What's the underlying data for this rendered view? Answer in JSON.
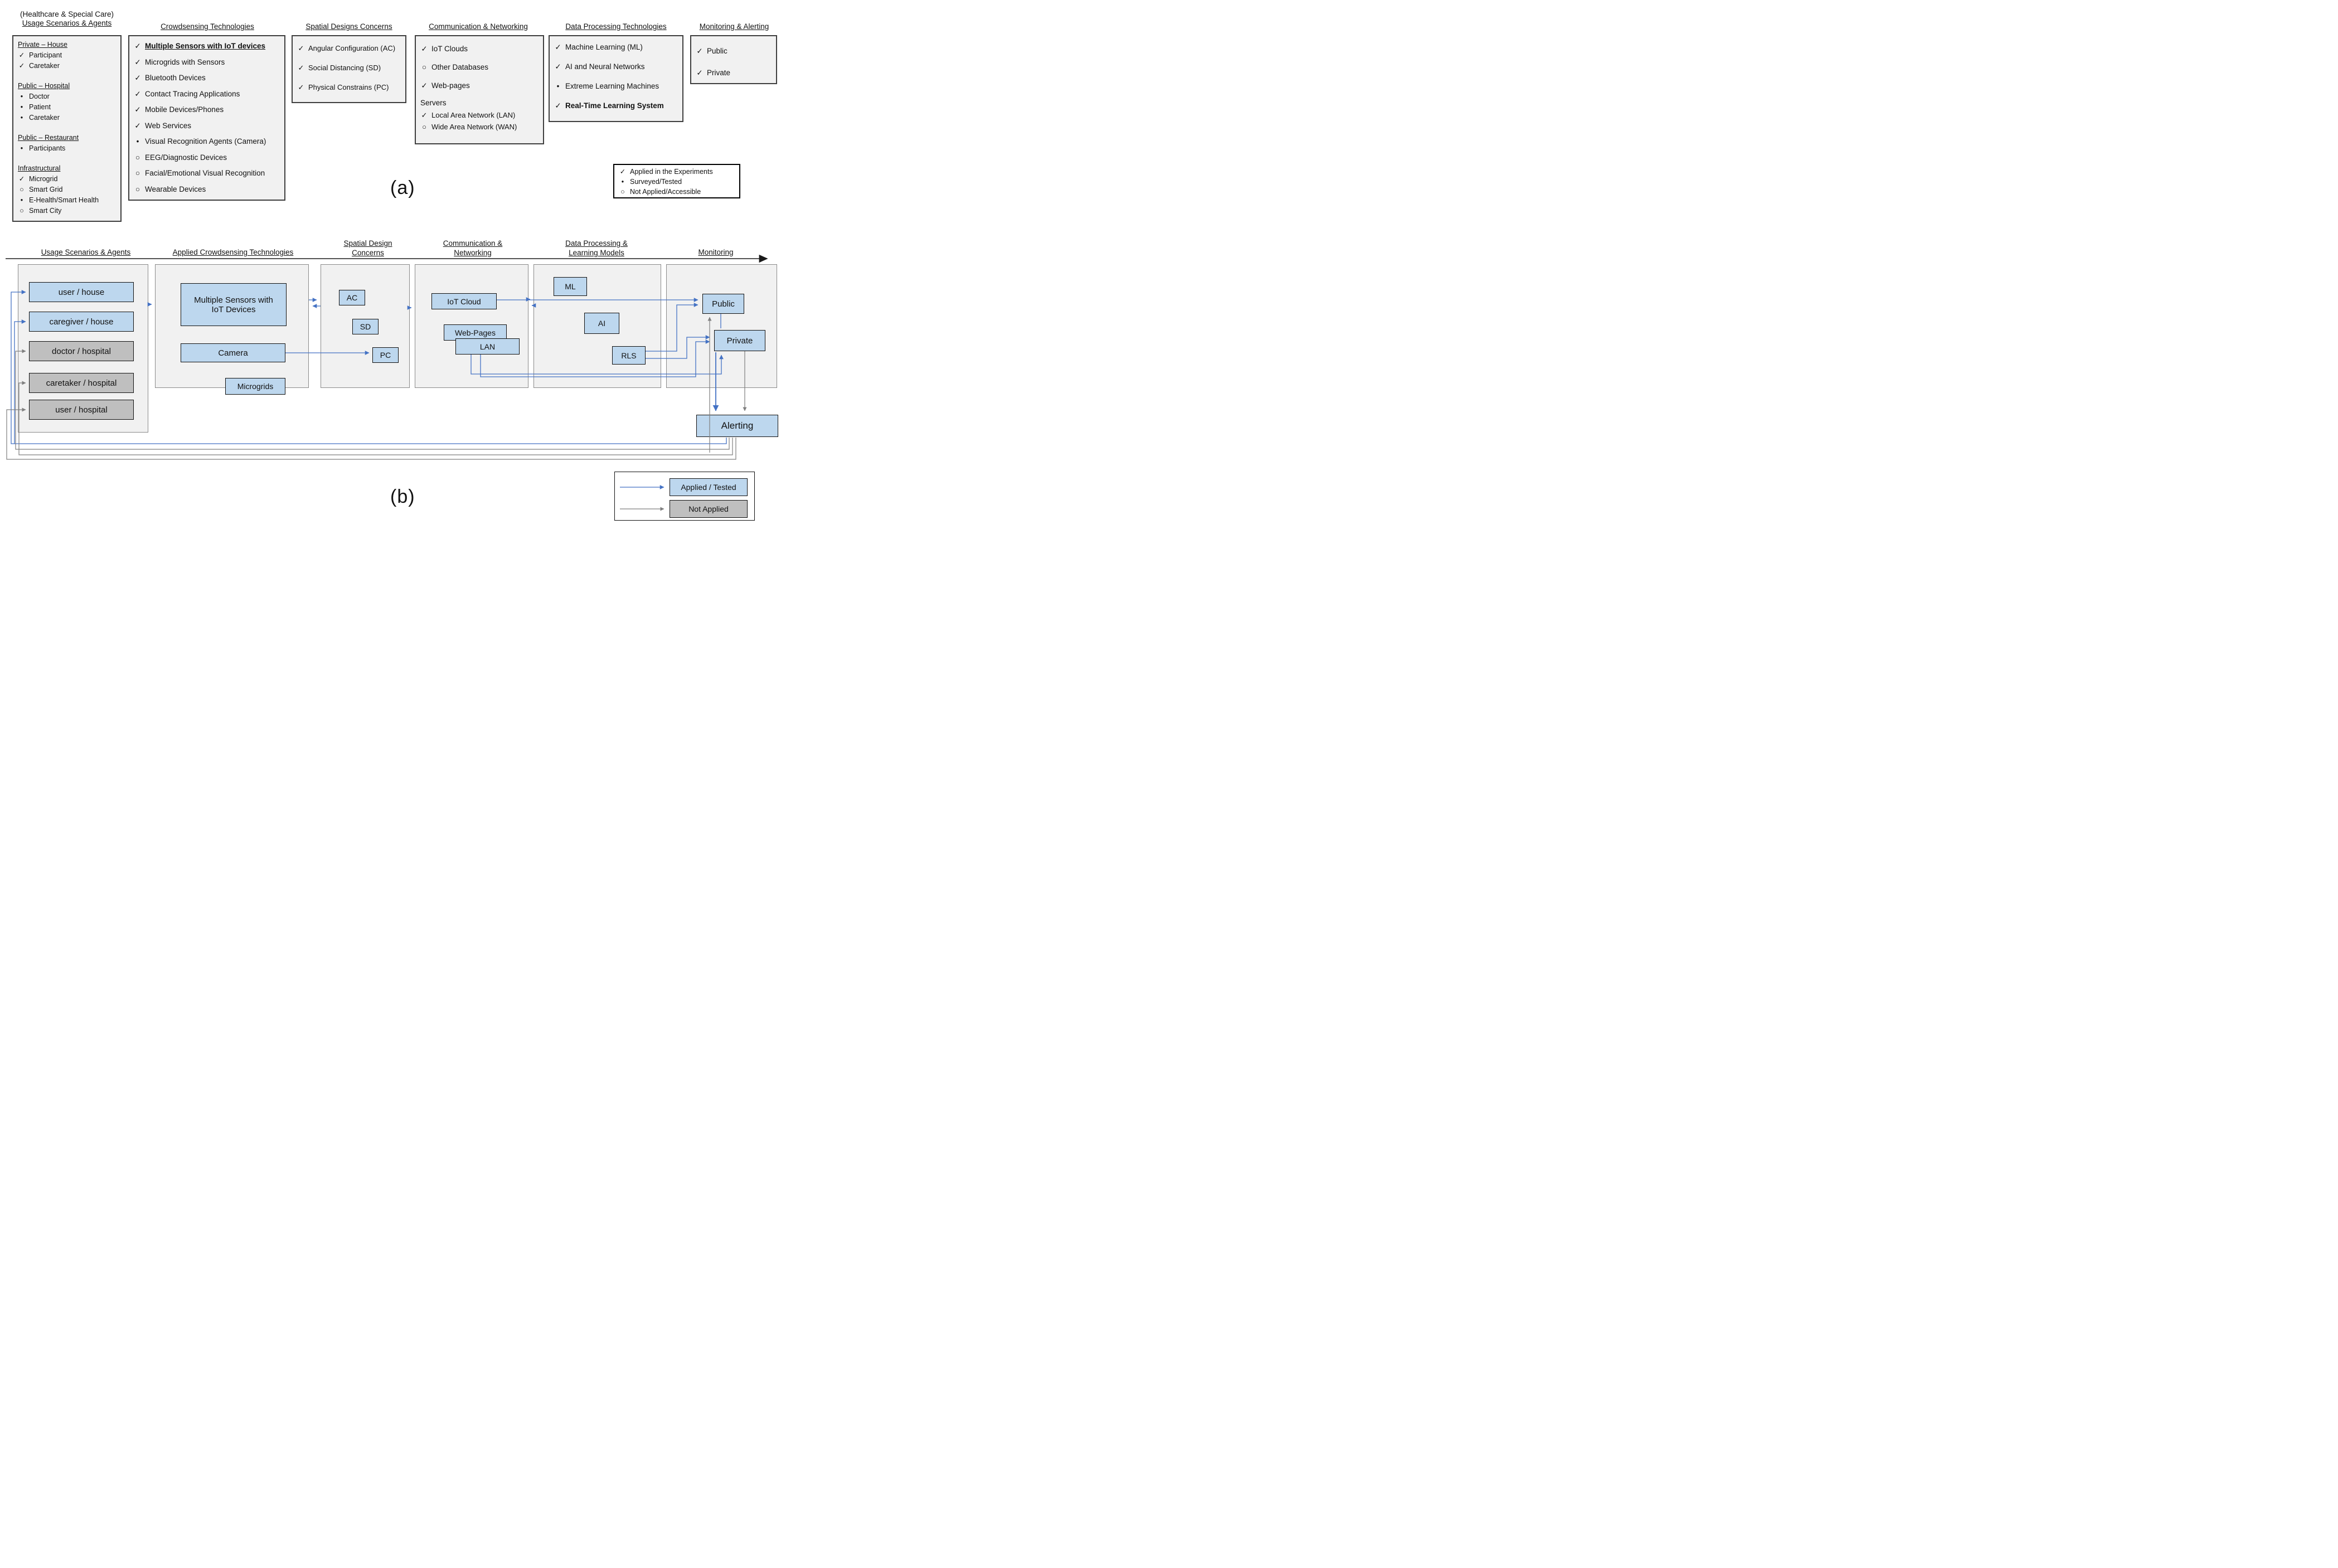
{
  "labels": {
    "part_a": "(a)",
    "part_b": "(b)"
  },
  "colors": {
    "applied_fill": "#BDD7EE",
    "not_applied_fill": "#BFBFBF",
    "applied_arrow": "#4472C4",
    "not_applied_arrow": "#7F7F7F",
    "panel_fill": "#F1F1F1"
  },
  "part_a": {
    "columns": [
      {
        "pretitle": "(Healthcare & Special Care)",
        "title": "Usage Scenarios & Agents",
        "groups": [
          {
            "heading": "Private – House",
            "items": [
              {
                "marker": "✓",
                "text": "Participant"
              },
              {
                "marker": "✓",
                "text": "Caretaker"
              }
            ]
          },
          {
            "heading": "Public – Hospital",
            "items": [
              {
                "marker": "•",
                "text": "Doctor"
              },
              {
                "marker": "•",
                "text": "Patient"
              },
              {
                "marker": "•",
                "text": "Caretaker"
              }
            ]
          },
          {
            "heading": "Public – Restaurant",
            "items": [
              {
                "marker": "•",
                "text": "Participants"
              }
            ]
          },
          {
            "heading": "Infrastructural",
            "items": [
              {
                "marker": "✓",
                "text": "Microgrid"
              },
              {
                "marker": "○",
                "text": "Smart Grid"
              },
              {
                "marker": "•",
                "text": "E-Health/Smart Health"
              },
              {
                "marker": "○",
                "text": "Smart City"
              }
            ]
          }
        ]
      },
      {
        "title": "Crowdsensing Technologies",
        "items": [
          {
            "marker": "✓",
            "text": "Multiple Sensors with IoT devices"
          },
          {
            "marker": "✓",
            "text": "Microgrids with Sensors"
          },
          {
            "marker": "✓",
            "text": "Bluetooth Devices"
          },
          {
            "marker": "✓",
            "text": "Contact Tracing Applications"
          },
          {
            "marker": "✓",
            "text": "Mobile Devices/Phones"
          },
          {
            "marker": "✓",
            "text": "Web Services"
          },
          {
            "marker": "•",
            "text": "Visual Recognition Agents (Camera)"
          },
          {
            "marker": "○",
            "text": "EEG/Diagnostic Devices"
          },
          {
            "marker": "○",
            "text": "Facial/Emotional Visual Recognition"
          },
          {
            "marker": "○",
            "text": "Wearable Devices"
          }
        ]
      },
      {
        "title": "Spatial Designs Concerns",
        "items": [
          {
            "marker": "✓",
            "text": "Angular Configuration (AC)"
          },
          {
            "marker": "✓",
            "text": "Social Distancing (SD)"
          },
          {
            "marker": "✓",
            "text": "Physical Constrains (PC)"
          }
        ]
      },
      {
        "title": "Communication & Networking",
        "items": [
          {
            "marker": "✓",
            "text": "IoT Clouds"
          },
          {
            "marker": "○",
            "text": "Other Databases"
          },
          {
            "marker": "✓",
            "text": "Web-pages"
          }
        ],
        "subheading": "Servers",
        "subitems": [
          {
            "marker": "✓",
            "text": "Local Area Network (LAN)"
          },
          {
            "marker": "○",
            "text": "Wide Area Network (WAN)"
          }
        ]
      },
      {
        "title": "Data Processing Technologies",
        "items": [
          {
            "marker": "✓",
            "text": "Machine Learning (ML)"
          },
          {
            "marker": "✓",
            "text": "AI and Neural Networks"
          },
          {
            "marker": "•",
            "text": "Extreme Learning Machines"
          },
          {
            "marker": "✓",
            "text": "Real-Time Learning System"
          }
        ]
      },
      {
        "title": "Monitoring & Alerting",
        "items": [
          {
            "marker": "✓",
            "text": "Public"
          },
          {
            "marker": "✓",
            "text": "Private"
          }
        ]
      }
    ],
    "legend": {
      "items": [
        {
          "marker": "✓",
          "text": "Applied in the Experiments"
        },
        {
          "marker": "•",
          "text": "Surveyed/Tested"
        },
        {
          "marker": "○",
          "text": "Not Applied/Accessible"
        }
      ]
    }
  },
  "part_b": {
    "headers": [
      "Usage Scenarios & Agents",
      "Applied Crowdsensing Technologies",
      "Spatial Design Concerns",
      "Communication & Networking",
      "Data Processing & Learning Models",
      "Monitoring"
    ],
    "agents": {
      "boxes": [
        {
          "label": "user / house",
          "status": "applied"
        },
        {
          "label": "caregiver / house",
          "status": "applied"
        },
        {
          "label": "doctor / hospital",
          "status": "not-applied"
        },
        {
          "label": "caretaker / hospital",
          "status": "not-applied"
        },
        {
          "label": "user / hospital",
          "status": "not-applied"
        }
      ]
    },
    "technologies": {
      "boxes": [
        {
          "label": "Multiple Sensors with IoT Devices",
          "status": "applied"
        },
        {
          "label": "Camera",
          "status": "applied"
        },
        {
          "label": "Microgrids",
          "status": "applied"
        }
      ]
    },
    "spatial": {
      "boxes": [
        {
          "label": "AC",
          "status": "applied"
        },
        {
          "label": "SD",
          "status": "applied"
        },
        {
          "label": "PC",
          "status": "applied"
        }
      ]
    },
    "communication": {
      "boxes": [
        {
          "label": "IoT Cloud",
          "status": "applied"
        },
        {
          "label": "Web-Pages",
          "status": "applied"
        },
        {
          "label": "LAN",
          "status": "applied"
        }
      ]
    },
    "data_processing": {
      "boxes": [
        {
          "label": "ML",
          "status": "applied"
        },
        {
          "label": "AI",
          "status": "applied"
        },
        {
          "label": "RLS",
          "status": "applied"
        }
      ]
    },
    "monitoring": {
      "boxes": [
        {
          "label": "Public",
          "status": "applied"
        },
        {
          "label": "Private",
          "status": "applied"
        }
      ]
    },
    "alerting_label": "Alerting",
    "legend": {
      "applied": "Applied / Tested",
      "not_applied": "Not Applied"
    }
  }
}
